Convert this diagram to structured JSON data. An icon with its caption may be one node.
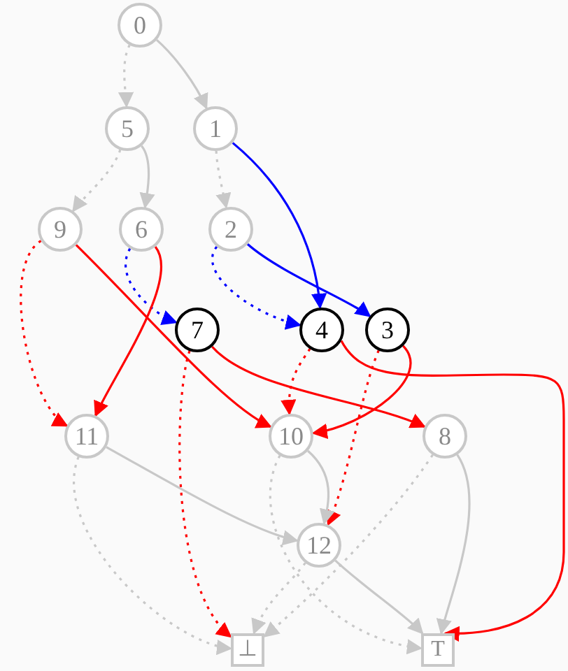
{
  "diagram": {
    "nodes": [
      {
        "text": [
          "0"
        ]
      },
      {
        "text": [
          "5"
        ]
      },
      {
        "text": [
          "1"
        ]
      },
      {
        "text": [
          "9"
        ]
      },
      {
        "text": [
          "6"
        ]
      },
      {
        "text": [
          "2"
        ]
      },
      {
        "text": [
          "7"
        ]
      },
      {
        "text": [
          "4"
        ]
      },
      {
        "text": [
          "3"
        ]
      },
      {
        "text": [
          "11"
        ]
      },
      {
        "text": [
          "10"
        ]
      },
      {
        "text": [
          "8"
        ]
      },
      {
        "text": [
          "12"
        ]
      },
      {
        "text": [
          "⊥"
        ]
      },
      {
        "text": [
          "T"
        ]
      }
    ],
    "edges": [
      {
        "from": 0,
        "to": 1,
        "arrow": "to",
        "style": "dashed",
        "color": "#c8c8c8"
      },
      {
        "from": 0,
        "to": 2,
        "arrow": "to",
        "color": "#c8c8c8"
      },
      {
        "from": 1,
        "to": 3,
        "arrow": "to",
        "style": "dashed",
        "color": "#c8c8c8"
      },
      {
        "from": 1,
        "to": 4,
        "arrow": "to",
        "color": "#c8c8c8"
      },
      {
        "from": 2,
        "to": 5,
        "arrow": "to",
        "style": "dashed",
        "color": "#c8c8c8"
      },
      {
        "from": 2,
        "to": 7,
        "arrow": "to",
        "color": "#0000ff"
      },
      {
        "from": 3,
        "to": 9,
        "arrow": "to",
        "style": "dashed",
        "color": "#ff0000"
      },
      {
        "from": 3,
        "to": 10,
        "arrow": "to",
        "color": "#ff0000"
      },
      {
        "from": 4,
        "to": 6,
        "arrow": "to",
        "style": "dashed",
        "color": "#0000ff"
      },
      {
        "from": 4,
        "to": 9,
        "arrow": "to",
        "color": "#ff0000"
      },
      {
        "from": 5,
        "to": 7,
        "arrow": "to",
        "style": "dashed",
        "color": "#0000ff"
      },
      {
        "from": 5,
        "to": 8,
        "arrow": "to",
        "color": "#0000ff"
      },
      {
        "from": 6,
        "to": 13,
        "arrow": "to",
        "style": "dashed",
        "color": "#ff0000"
      },
      {
        "from": 6,
        "to": 11,
        "arrow": "to",
        "color": "#ff0000"
      },
      {
        "from": 7,
        "to": 10,
        "arrow": "to",
        "style": "dashed",
        "color": "#ff0000"
      },
      {
        "from": 7,
        "to": 14,
        "arrow": "to",
        "color": "#ff0000"
      },
      {
        "from": 8,
        "to": 12,
        "arrow": "to",
        "style": "dashed",
        "color": "#ff0000"
      },
      {
        "from": 8,
        "to": 10,
        "arrow": "to",
        "color": "#ff0000"
      },
      {
        "from": 9,
        "to": 13,
        "arrow": "to",
        "style": "dashed",
        "color": "#c8c8c8"
      },
      {
        "from": 9,
        "to": 12,
        "arrow": "to",
        "color": "#c8c8c8"
      },
      {
        "from": 10,
        "to": 14,
        "arrow": "to",
        "style": "dashed",
        "color": "#c8c8c8"
      },
      {
        "from": 10,
        "to": 12,
        "arrow": "to",
        "color": "#c8c8c8"
      },
      {
        "from": 11,
        "to": 13,
        "arrow": "to",
        "style": "dashed",
        "color": "#c8c8c8"
      },
      {
        "from": 11,
        "to": 14,
        "arrow": "to",
        "color": "#c8c8c8"
      },
      {
        "from": 12,
        "to": 13,
        "arrow": "to",
        "style": "dashed",
        "color": "#c8c8c8"
      },
      {
        "from": 12,
        "to": 14,
        "arrow": "to",
        "color": "#c8c8c8"
      }
    ]
  }
}
